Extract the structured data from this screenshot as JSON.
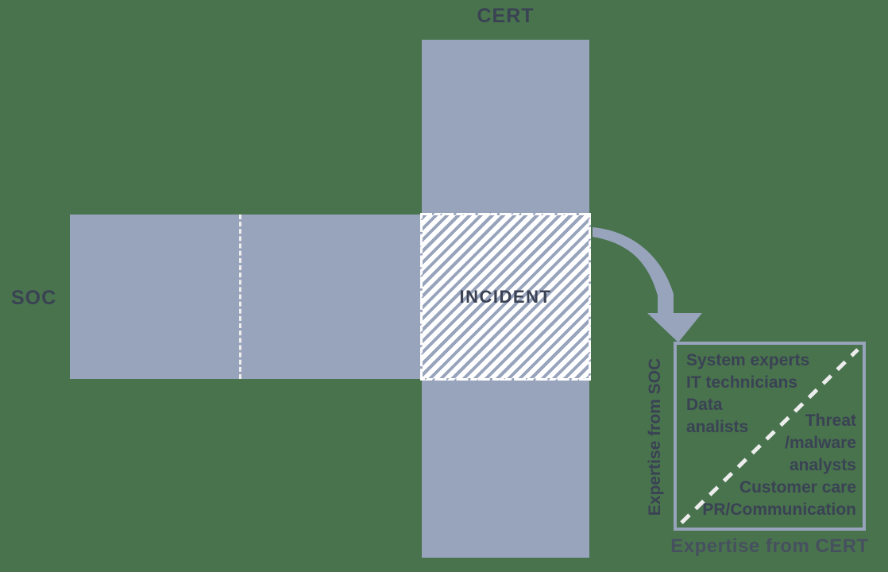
{
  "colors": {
    "background": "#48734D",
    "bar": "#98A3BC",
    "ink": "#3A4254",
    "dash": "#EDEDED",
    "cert_axis_ink": "#47505F"
  },
  "cert_bar": {
    "label": "CERT"
  },
  "soc_bar": {
    "label": "SOC"
  },
  "incident": {
    "label": "INCIDENT"
  },
  "expertise_box": {
    "soc_axis_label": "Expertise from SOC",
    "cert_axis_label": "Expertise from CERT",
    "soc_expertise_lines": [
      "System experts",
      "IT technicians",
      "Data",
      "analists"
    ],
    "cert_expertise_lines": [
      "Threat",
      "/malware",
      "analysts",
      "Customer care",
      "PR/Communication"
    ]
  }
}
